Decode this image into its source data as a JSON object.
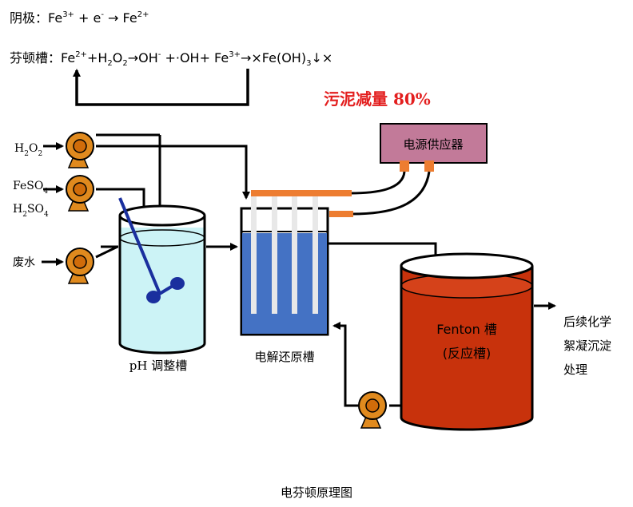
{
  "equations": {
    "cathode": {
      "label": "阴极：",
      "parts": [
        "Fe",
        "3+",
        " + e",
        "-",
        " → Fe",
        "2+"
      ]
    },
    "fenton": {
      "label": "芬顿槽：",
      "parts": [
        "Fe",
        "2+",
        "+H",
        "2",
        "O",
        "2",
        "→OH",
        "-",
        " +·OH+ Fe",
        "3+",
        "→×Fe(OH)",
        "3",
        "↓×"
      ]
    }
  },
  "highlight": {
    "text": "污泥减量 80%",
    "color": "#e31e1e"
  },
  "power_supply": {
    "label": "电源供应器",
    "color": "#c27a99"
  },
  "inputs": {
    "h2o2": {
      "main": "H",
      "sub1": "2",
      "mid": "O",
      "sub2": "2"
    },
    "feso4": {
      "main": "FeSO",
      "sub": "4"
    },
    "h2so4": {
      "main": "H",
      "sub1": "2",
      "mid": "SO",
      "sub2": "4"
    },
    "wastewater": "废水"
  },
  "tanks": {
    "ph_adjust": {
      "label": "pH 调整槽",
      "color": "#ccf3f6"
    },
    "electro": {
      "label": "电解还原槽",
      "color": "#4472c4"
    },
    "fenton": {
      "line1": "Fenton 槽",
      "line2": "(反应槽)",
      "color": "#c8320c"
    }
  },
  "output": {
    "line1": "后续化学",
    "line2": "絮凝沉淀",
    "line3": "处理"
  },
  "caption": "电芬顿原理图",
  "colors": {
    "pump": "#e08a1e",
    "electrode_bar": "#ed7d31"
  }
}
